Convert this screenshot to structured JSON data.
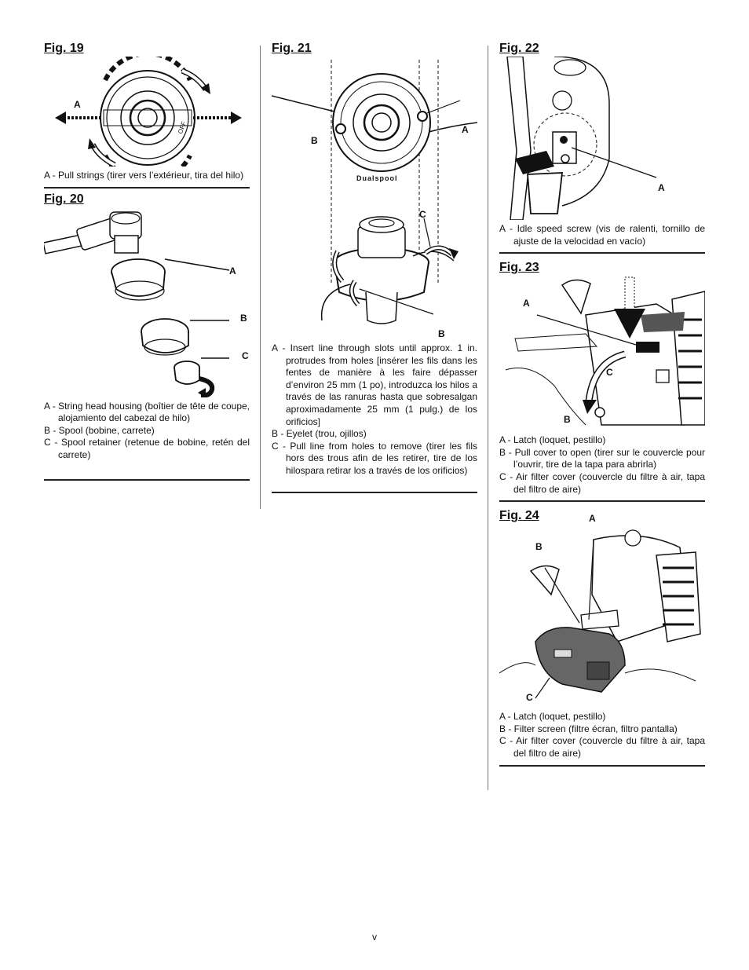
{
  "fig19": {
    "title": "Fig. 19",
    "labels": {
      "a": "A"
    },
    "dial_text": "OFF",
    "captions": [
      "A - Pull strings (tirer vers l’extérieur, tira del hilo)"
    ]
  },
  "fig20": {
    "title": "Fig. 20",
    "labels": {
      "a": "A",
      "b": "B",
      "c": "C"
    },
    "captions": [
      "A - String head housing (boîtier de tête de coupe, alojamiento del cabezal de hilo)",
      "B - Spool (bobine, carrete)",
      "C - Spool retainer (retenue de bobine, retén del carrete)"
    ]
  },
  "fig21": {
    "title": "Fig. 21",
    "labels": {
      "a": "A",
      "b": "B",
      "c": "C",
      "b2": "B"
    },
    "brand": "Dualspool",
    "captions": [
      "A - Insert line through slots until approx. 1 in. protrudes from holes [insérer les fils dans les fentes de manière à les faire dépasser d’environ 25 mm (1 po), introduzca los hilos a través de las ranuras hasta que sobresalgan aproximadamente 25 mm (1 pulg.) de los orificios]",
      "B - Eyelet (trou, ojillos)",
      "C - Pull line from holes to remove (tirer les fils hors des trous afin de les retirer, tire de los hilospara retirar los a través de los orificios)"
    ]
  },
  "fig22": {
    "title": "Fig. 22",
    "labels": {
      "a": "A"
    },
    "captions": [
      "A - Idle speed screw (vis de ralenti, tornillo de ajuste de la velocidad en vacío)"
    ]
  },
  "fig23": {
    "title": "Fig. 23",
    "labels": {
      "a": "A",
      "b": "B",
      "c": "C"
    },
    "captions": [
      "A - Latch (loquet, pestillo)",
      "B - Pull cover to open (tirer sur le couvercle pour l’ouvrir, tire de la tapa para abrirla)",
      "C - Air filter cover (couvercle du filtre à air, tapa del filtro de aire)"
    ]
  },
  "fig24": {
    "title": "Fig. 24",
    "labels": {
      "a": "A",
      "b": "B",
      "c": "C"
    },
    "captions": [
      "A - Latch (loquet, pestillo)",
      "B - Filter screen (filtre écran, filtro pantalla)",
      "C - Air filter cover (couvercle du filtre à air, tapa del filtro de aire)"
    ]
  },
  "page_number": "v"
}
